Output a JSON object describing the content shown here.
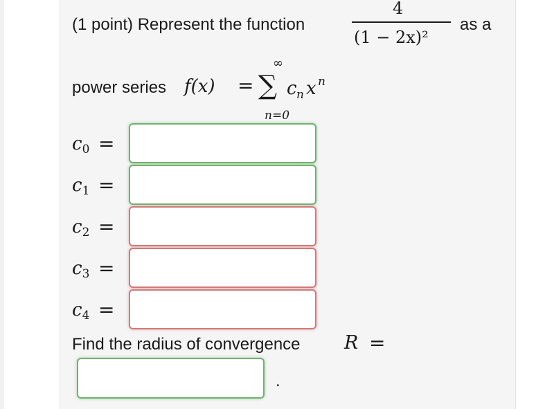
{
  "problem": {
    "intro": "(1 point) Represent the function",
    "numerator": "4",
    "denominator": "(1 − 2x)²",
    "as_a": "as a",
    "power_series_label": "power series",
    "f_x": "f(x)",
    "equals": "=",
    "sigma": "∑",
    "sum_upper": "∞",
    "sum_lower": "n=0",
    "term_c": "c",
    "term_n": "n",
    "term_x": "x",
    "term_exp": "n"
  },
  "coefficients": [
    {
      "label": "c",
      "sub": "0",
      "equals": "=",
      "value": "",
      "state": "correct"
    },
    {
      "label": "c",
      "sub": "1",
      "equals": "=",
      "value": "",
      "state": "correct"
    },
    {
      "label": "c",
      "sub": "2",
      "equals": "=",
      "value": "",
      "state": "incorrect"
    },
    {
      "label": "c",
      "sub": "3",
      "equals": "=",
      "value": "",
      "state": "incorrect"
    },
    {
      "label": "c",
      "sub": "4",
      "equals": "=",
      "value": "",
      "state": "incorrect"
    }
  ],
  "radius": {
    "prompt": "Find the radius of convergence",
    "symbol": "R",
    "equals": "=",
    "value": "",
    "state": "correct",
    "trailing": "."
  },
  "colors": {
    "correct_border": "#6fb26f",
    "incorrect_border": "#d37a7a",
    "panel_bg": "#f5f5f5"
  }
}
